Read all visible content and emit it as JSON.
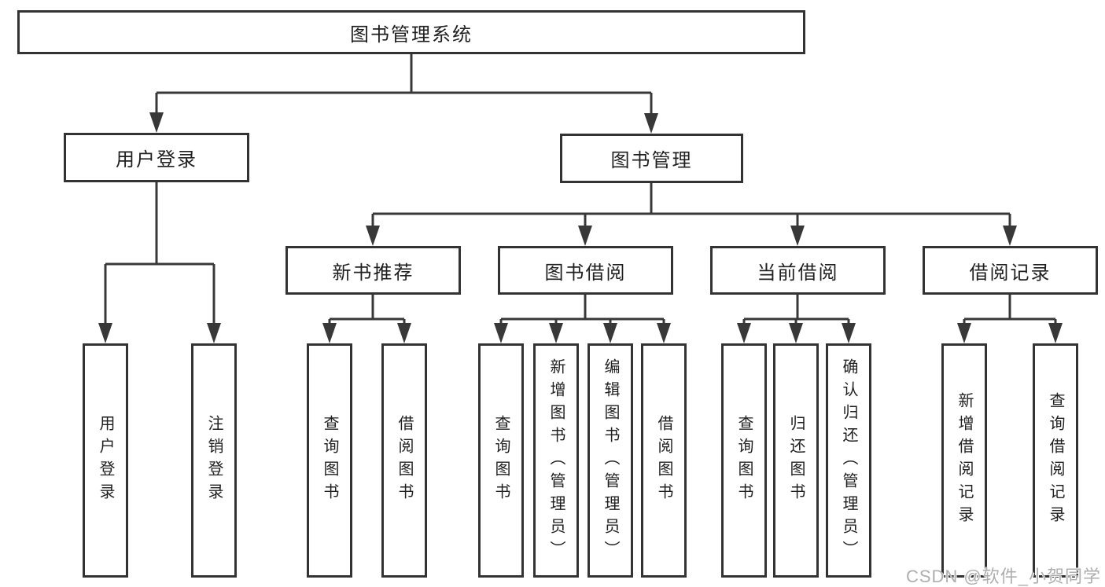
{
  "diagram": {
    "root": "图书管理系统",
    "level2": {
      "user_login": "用户登录",
      "book_mgmt": "图书管理"
    },
    "level3": {
      "new_books": "新书推荐",
      "borrowing": "图书借阅",
      "current": "当前借阅",
      "records": "借阅记录"
    },
    "leaves": {
      "user_login": [
        "用户登录",
        "注销登录"
      ],
      "new_books": [
        "查询图书",
        "借阅图书"
      ],
      "borrowing": [
        "查询图书",
        "新增图书（管理员）",
        "编辑图书（管理员）",
        "借阅图书"
      ],
      "current": [
        "查询图书",
        "归还图书",
        "确认归还（管理员）"
      ],
      "records": [
        "新增借阅记录",
        "查询借阅记录"
      ]
    }
  },
  "watermark": "CSDN @软件_小贺同学",
  "colors": {
    "line": "#383838",
    "border": "#333333",
    "text": "#1f1f1f",
    "watermark": "#aeaeae",
    "background": "#ffffff"
  }
}
